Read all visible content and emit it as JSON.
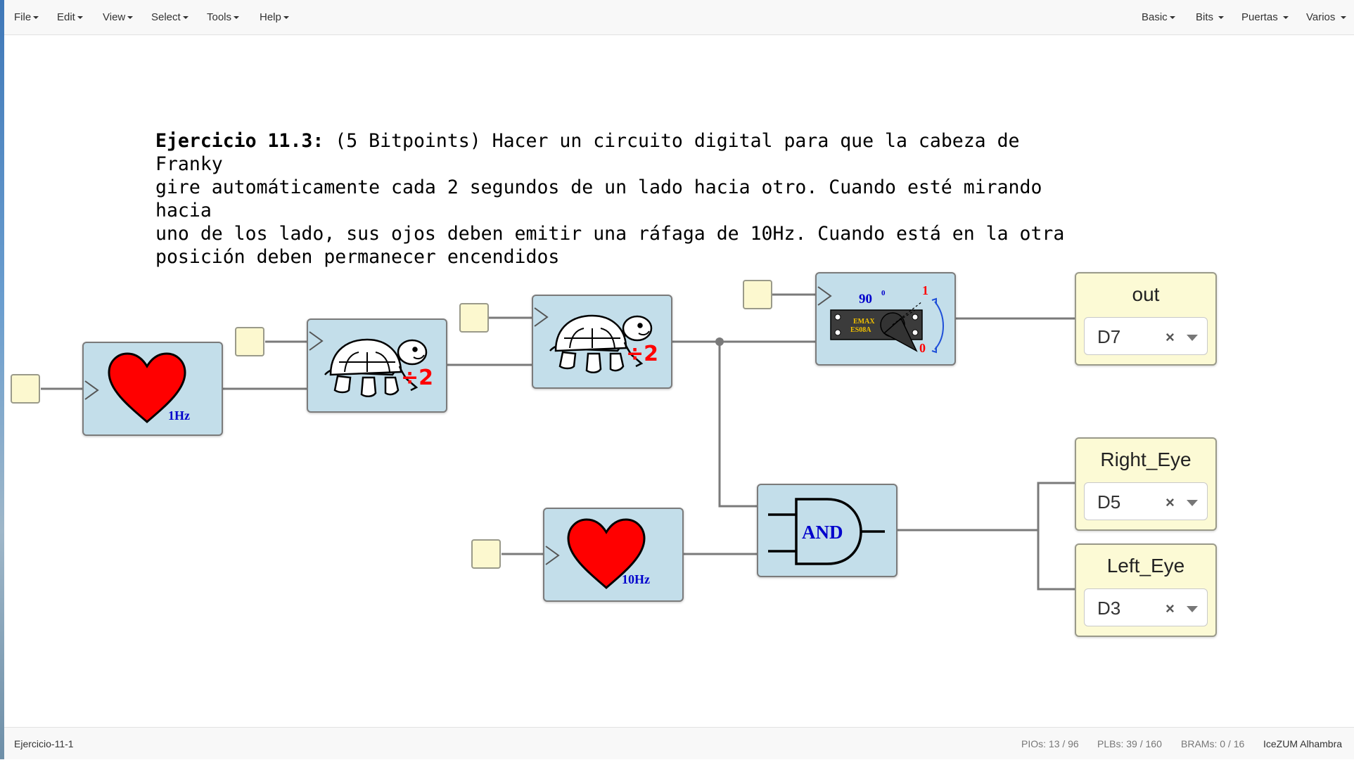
{
  "menubar": {
    "left": [
      "File",
      "Edit",
      "View",
      "Select",
      "Tools",
      "Help"
    ],
    "right": [
      "Basic",
      "Bits",
      "Puertas",
      "Varios"
    ]
  },
  "info": {
    "bold": "Ejercicio 11.3:",
    "text": " (5 Bitpoints) Hacer un circuito digital para que la cabeza de Franky\ngire automáticamente cada 2 segundos de un lado hacia otro. Cuando esté mirando hacia\nuno de los lado, sus ojos deben emitir una ráfaga de 10Hz. Cuando está en la otra\nposición deben permanecer encendidos"
  },
  "blocks": {
    "heart1": {
      "label": "1Hz",
      "icon": "heart-icon",
      "color": "#ff0000"
    },
    "div1": {
      "label": "÷2",
      "icon": "turtle-icon"
    },
    "div2": {
      "label": "÷2",
      "icon": "turtle-icon"
    },
    "servo": {
      "icon": "servo-icon",
      "angle": "90",
      "sup": "0",
      "one": "1",
      "zero": "0",
      "brand": "EMAX",
      "model": "ES08A"
    },
    "heart2": {
      "label": "10Hz",
      "icon": "heart-icon",
      "color": "#ff0000"
    },
    "and": {
      "label": "AND",
      "icon": "and-gate-icon"
    }
  },
  "outputs": [
    {
      "name": "out",
      "pin": "D7"
    },
    {
      "name": "Right_Eye",
      "pin": "D5"
    },
    {
      "name": "Left_Eye",
      "pin": "D3"
    }
  ],
  "clear_symbol": "×",
  "status": {
    "project": "Ejercicio-11-1",
    "pios_label": "PIOs:",
    "pios": "13 / 96",
    "plbs_label": "PLBs:",
    "plbs": "39 / 160",
    "brams_label": "BRAMs:",
    "brams": "0 / 16",
    "board": "IceZUM Alhambra"
  },
  "colors": {
    "block_fill": "#c3deea",
    "constant_fill": "#fcf8cf",
    "output_fill": "#fcfad5",
    "label_blue": "#0000cc",
    "label_red": "#ff0000"
  }
}
